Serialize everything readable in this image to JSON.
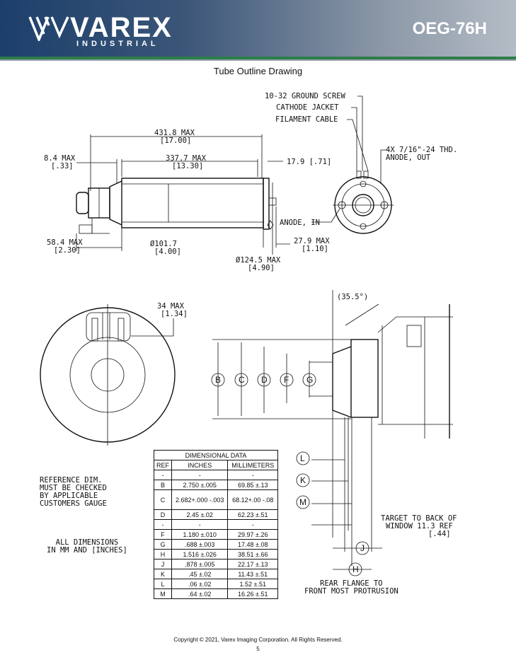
{
  "header": {
    "brand": "VAREX",
    "brand_sub": "INDUSTRIAL",
    "model": "OEG-76H",
    "colors": {
      "primary": "#1c3f6b",
      "accent_line": "#2e7d4a"
    },
    "logo_icon": "varex-v-logo"
  },
  "title": "Tube Outline Drawing",
  "labels": {
    "ground_screw": "10-32 GROUND SCREW",
    "cathode_jacket": "CATHODE JACKET",
    "filament_cable": "FILAMENT CABLE",
    "thd_1": "4X 7/16\"-24 THD.",
    "thd_2": "ANODE, OUT",
    "anode_in": "ANODE, IN",
    "len_431": "431.8 MAX",
    "len_431_in": "[17.00]",
    "len_337": "337.7 MAX",
    "len_337_in": "[13.30]",
    "len_8": "8.4 MAX",
    "len_8_in": "[.33]",
    "len_17": "17.9 [.71]",
    "len_58": "58.4 MAX",
    "len_58_in": "[2.30]",
    "dia_101": "Ø101.7",
    "dia_101_in": "[4.00]",
    "len_27": "27.9 MAX",
    "len_27_in": "[1.10]",
    "dia_124": "Ø124.5 MAX",
    "dia_124_in": "[4.90]",
    "max_34": "34 MAX",
    "max_34_in": "[1.34]",
    "angle": "(35.5°)",
    "target_1": "TARGET TO BACK OF",
    "target_2": "WINDOW 11.3 REF",
    "target_3": "[.44]",
    "rear_1": "REAR FLANGE TO",
    "rear_2": "FRONT MOST PROTRUSION"
  },
  "callouts": [
    "B",
    "C",
    "D",
    "F",
    "G",
    "L",
    "K",
    "M",
    "J",
    "H"
  ],
  "notes": {
    "reference": [
      "REFERENCE DIM.",
      "MUST BE CHECKED",
      "BY APPLICABLE",
      "CUSTOMERS GAUGE"
    ],
    "all_dims": [
      "ALL DIMENSIONS",
      "IN MM AND [INCHES]"
    ]
  },
  "table": {
    "title": "DIMENSIONAL DATA",
    "headers": [
      "REF",
      "INCHES",
      "MILLIMETERS"
    ],
    "rows": [
      [
        "-",
        "-",
        "-"
      ],
      [
        "B",
        "2.750 ±.005",
        "69.85 ±.13"
      ],
      [
        "C",
        "2.682+.000 -.003",
        "68.12+.00 -.08"
      ],
      [
        "D",
        "2.45 ±.02",
        "62.23 ±.51"
      ],
      [
        "-",
        "-",
        "-"
      ],
      [
        "F",
        "1.180 ±.010",
        "29.97 ±.26"
      ],
      [
        "G",
        ".688 ±.003",
        "17.48 ±.08"
      ],
      [
        "H",
        "1.516 ±.026",
        "38.51 ±.66"
      ],
      [
        "J",
        ".878 ±.005",
        "22.17 ±.13"
      ],
      [
        "K",
        ".45 ±.02",
        "11.43 ±.51"
      ],
      [
        "L",
        ".06 ±.02",
        "1.52 ±.51"
      ],
      [
        "M",
        ".64 ±.02",
        "16.26 ±.51"
      ]
    ]
  },
  "footer": {
    "copyright": "Copyright © 2021, Varex Imaging Corporation. All Rights Reserved.",
    "page": "5"
  }
}
